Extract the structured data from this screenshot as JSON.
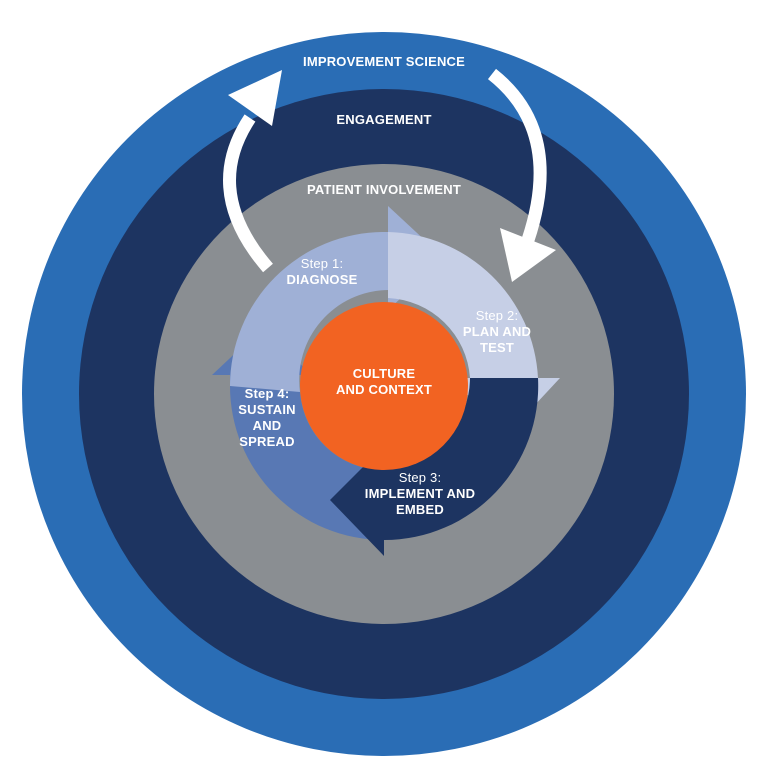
{
  "rings": {
    "outer_label": "IMPROVEMENT SCIENCE",
    "second_label": "ENGAGEMENT",
    "third_label": "PATIENT INVOLVEMENT"
  },
  "core": {
    "line1": "CULTURE",
    "line2": "AND CONTEXT"
  },
  "steps": [
    {
      "num": "Step 1:",
      "name": [
        "DIAGNOSE"
      ]
    },
    {
      "num": "Step 2:",
      "name": [
        "PLAN AND",
        "TEST"
      ]
    },
    {
      "num": "Step 3:",
      "name": [
        "IMPLEMENT AND",
        "EMBED"
      ]
    },
    {
      "num": "Step 4:",
      "name": [
        "SUSTAIN",
        "AND",
        "SPREAD"
      ]
    }
  ],
  "colors": {
    "outer_ring": "#2a6db5",
    "engagement_ring": "#1d3461",
    "patient_ring": "#8a8e92",
    "step1": "#9fb0d6",
    "step2": "#c6cfe6",
    "step3": "#1d3461",
    "step4": "#5878b4",
    "core": "#f26322",
    "arrows": "#ffffff"
  }
}
